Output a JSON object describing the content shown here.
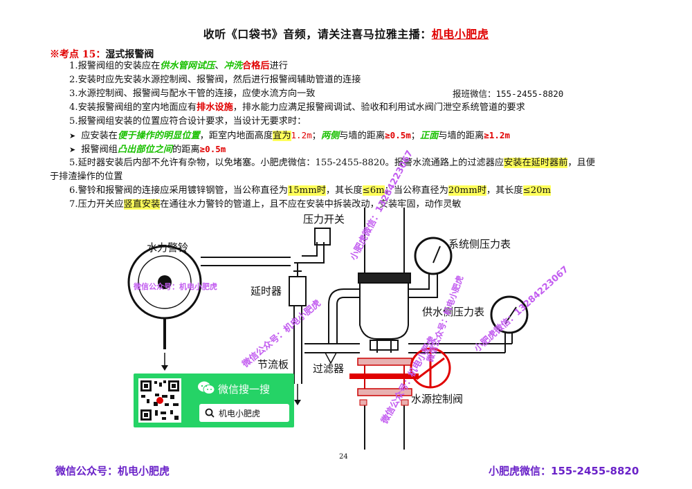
{
  "header": {
    "prefix": "收听《口袋书》音频，请关注喜马拉雅主播：",
    "host": "机电小肥虎"
  },
  "kaodian": {
    "mark": "※考点 15：",
    "title": "湿式报警阀"
  },
  "lines": {
    "l1": {
      "a": "1.报警阀组的安装应在",
      "b": "供水管网试压",
      "c": "、",
      "d": "冲洗",
      "e": "合格后",
      "f": "进行"
    },
    "l2": {
      "a": "2.安装时应先安装水源控制阀、报警阀，然后进行报警阀辅助管道的连接"
    },
    "l3": {
      "a": "3.水源控制阀、报警阀与配水干管的连接，应使水流方向一致",
      "b": "报班微信：155-2455-8820"
    },
    "l4": {
      "a": "4.安装报警阀组的室内地面应有",
      "b": "排水设施",
      "c": "，排水能力应满足报警阀调试、验收和利用试水阀门泄空系统管道的要求"
    },
    "l5": {
      "a": "5.报警阀组安装的位置应符合设计要求，当设计无要求时："
    },
    "b1": {
      "a": "应安装在",
      "b": "便于操作的明显位置",
      "c": "，距室内地面高度",
      "d": "宜为",
      "e": "1.2m",
      "f": "；",
      "g": "两侧",
      "h": "与墙的距离",
      "i": "≥0.5m",
      "j": "；",
      "k": "正面",
      "l": "与墙的距离",
      "m": "≥1.2m"
    },
    "b2": {
      "a": "报警阀组",
      "b": "凸出部位之间",
      "c": "的距离",
      "d": "≥0.5m"
    },
    "l6": {
      "a": "5.延时器安装后内部不允许有杂物，以免堵塞。小肥虎微信：155-2455-8820。报警水流通路上的过滤器应",
      "b": "安装在延时器前",
      "c": "，且便",
      "d": "于排渣操作的位置"
    },
    "l7": {
      "a": "6.警铃和报警阀的连接应采用镀锌钢管，当公称直径为",
      "b": "15mm时",
      "c": "，其长度",
      "d": "≤6m",
      "e": "；当公称直径为",
      "f": "20mm时",
      "g": "，其长度",
      "h": "≤20m"
    },
    "l8": {
      "a": "7.压力开关应",
      "b": "竖直安装",
      "c": "在通往水力警铃的管道上，且不应在安装中拆装改动，安装牢固，动作灵敏"
    }
  },
  "diagram": {
    "labels": {
      "pressure_switch": "压力开关",
      "bell": "水力警铃",
      "system_gauge": "系统侧压力表",
      "delay": "延时器",
      "supply_gauge": "供水侧压力表",
      "orifice": "节流板",
      "filter": "过滤器",
      "source_valve": "水源控制阀"
    },
    "watermarks": {
      "wm1": "微信公众号：机电小肥虎",
      "wm2": "小肥虎微信：13284223067",
      "wm3": "微信公众号：机电小肥虎",
      "wm4": "小肥虎微信：13284223067",
      "wm5": "微信公众号：机电小肥虎",
      "wm6": "微信公众号：机电小肥虎"
    }
  },
  "qr": {
    "title": "微信搜一搜",
    "search": "机电小肥虎"
  },
  "page_number": "24",
  "footer": {
    "left": "微信公众号：机电小肥虎",
    "right": "小肥虎微信：155-2455-8820"
  }
}
